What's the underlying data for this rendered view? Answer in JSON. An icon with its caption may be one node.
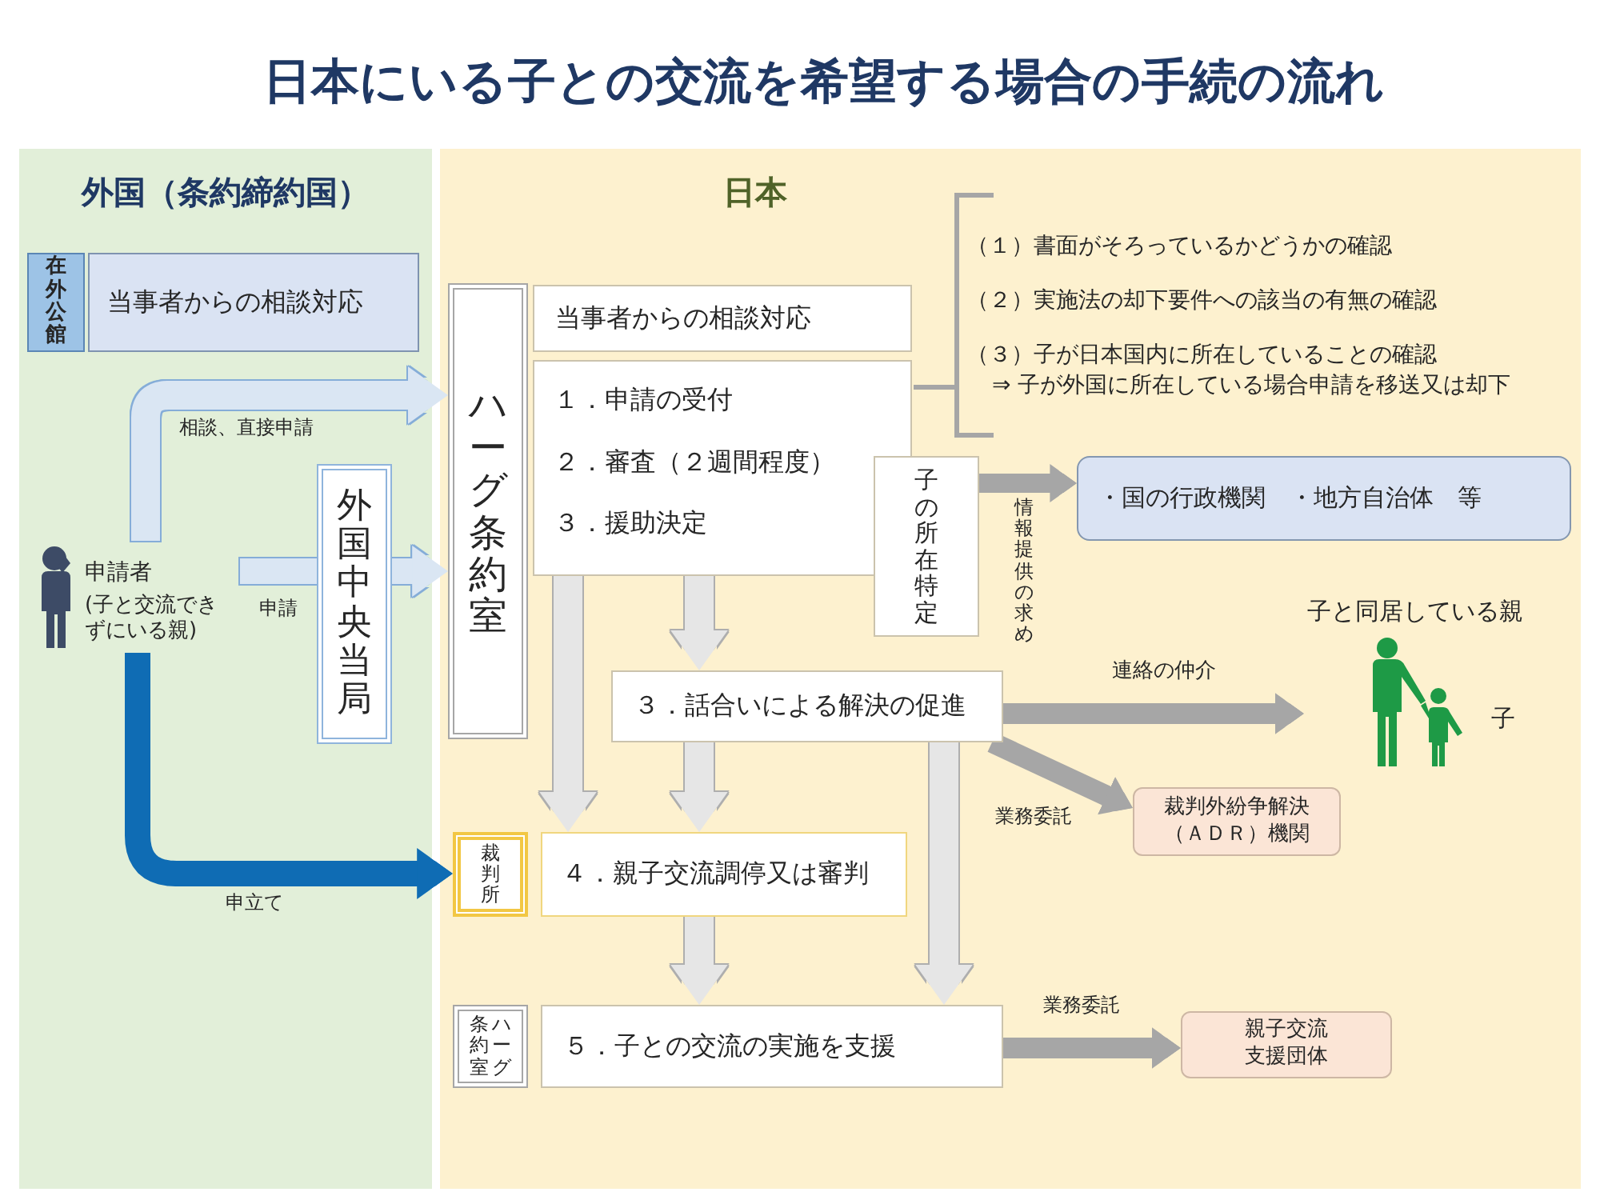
{
  "diagram": {
    "title": "日本にいる子との交流を希望する場合の手続の流れ",
    "nodes": [
      {
        "text": [
          "外国（条約締約国）"
        ]
      },
      {
        "text": [
          "日本"
        ]
      },
      {
        "text": [
          "在外公館"
        ],
        "in": 0
      },
      {
        "text": [
          "当事者からの相談対応"
        ],
        "in": 0
      },
      {
        "text": [
          "申請者",
          "(子と交流できずにいる親)"
        ],
        "in": 0
      },
      {
        "text": [
          "外国中央当局"
        ],
        "in": 0
      },
      {
        "text": [
          "ハーグ条約室"
        ],
        "in": 1
      },
      {
        "text": [
          "当事者からの相談対応"
        ],
        "in": 1
      },
      {
        "text": [
          "１．申請の受付",
          "２．審査（２週間程度）",
          "３．援助決定"
        ],
        "in": 1
      },
      {
        "text": [
          "子の所在特定"
        ],
        "in": 1
      },
      {
        "text": [
          "・国の行政機関　・地方自治体　等"
        ],
        "in": 1
      },
      {
        "text": [
          "３．話合いによる解決の促進"
        ],
        "in": 1
      },
      {
        "text": [
          "子と同居している親",
          "子"
        ],
        "in": 1
      },
      {
        "text": [
          "裁判外紛争解決（ＡＤＲ）機関"
        ],
        "in": 1
      },
      {
        "text": [
          "裁判所"
        ],
        "in": 1
      },
      {
        "text": [
          "４．親子交流調停又は審判"
        ],
        "in": 1
      },
      {
        "text": [
          "ハーグ条約室"
        ],
        "in": 1
      },
      {
        "text": [
          "５．子との交流の実施を支援"
        ],
        "in": 1
      },
      {
        "text": [
          "親子交流支援団体"
        ],
        "in": 1
      }
    ],
    "edges": [
      {
        "from": 4,
        "to": 6,
        "arrow": "to",
        "label": "相談、直接申請",
        "color": "#dae6f3"
      },
      {
        "from": 4,
        "to": 5,
        "arrow": "none",
        "label": "申請",
        "color": "#dae6f3"
      },
      {
        "from": 5,
        "to": 6,
        "arrow": "to",
        "color": "#dae6f3"
      },
      {
        "from": 4,
        "to": 14,
        "arrow": "to",
        "label": "申立て",
        "color": "#0f6cb4"
      },
      {
        "from": 8,
        "to": 15,
        "arrow": "to"
      },
      {
        "from": 8,
        "to": 11,
        "arrow": "to"
      },
      {
        "from": 9,
        "to": 10,
        "arrow": "to",
        "label": "情報提供の求め",
        "color": "#a6a6a6"
      },
      {
        "from": 11,
        "to": 12,
        "arrow": "to",
        "label": "連絡の仲介",
        "color": "#a6a6a6"
      },
      {
        "from": 11,
        "to": 13,
        "arrow": "to",
        "label": "業務委託",
        "color": "#a6a6a6"
      },
      {
        "from": 11,
        "to": 15,
        "arrow": "to"
      },
      {
        "from": 11,
        "to": 17,
        "arrow": "to"
      },
      {
        "from": 15,
        "to": 17,
        "arrow": "to"
      },
      {
        "from": 17,
        "to": 18,
        "arrow": "to",
        "label": "業務委託",
        "color": "#a6a6a6"
      }
    ],
    "labels": [
      "（１）書面がそろっているかどうかの確認",
      "（２）実施法の却下要件への該当の有無の確認",
      "（３）子が日本国内に所在していることの確認",
      "⇒ 子が外国に所在している場合申請を移送又は却下"
    ]
  }
}
